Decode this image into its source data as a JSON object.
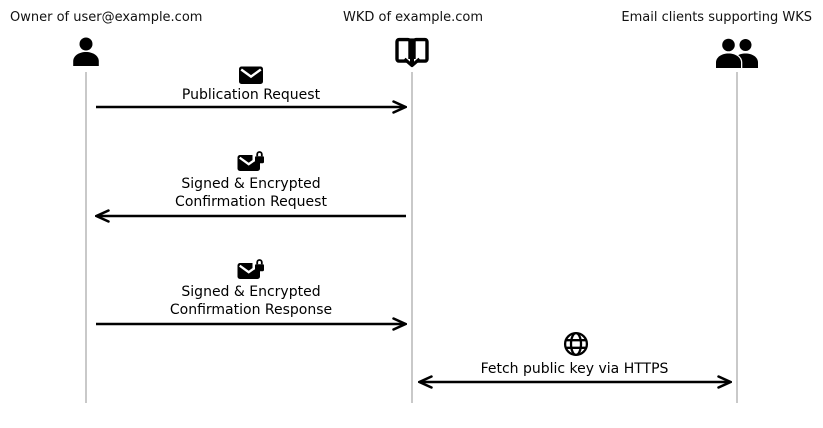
{
  "diagram": {
    "type": "sequence-diagram",
    "actors": [
      {
        "id": "owner",
        "label": "Owner of user@example.com",
        "icon": "person-icon"
      },
      {
        "id": "wkd",
        "label": "WKD of example.com",
        "icon": "open-book-icon"
      },
      {
        "id": "clients",
        "label": "Email clients supporting WKS",
        "icon": "people-icon"
      }
    ],
    "messages": [
      {
        "id": "publication-request",
        "icon": "mail-icon",
        "lines": [
          "Publication Request"
        ],
        "from": "owner",
        "to": "wkd",
        "direction": "right"
      },
      {
        "id": "confirmation-request",
        "icon": "mail-lock-icon",
        "lines": [
          "Signed & Encrypted",
          "Confirmation Request"
        ],
        "from": "wkd",
        "to": "owner",
        "direction": "left"
      },
      {
        "id": "confirmation-response",
        "icon": "mail-lock-icon",
        "lines": [
          "Signed & Encrypted",
          "Confirmation Response"
        ],
        "from": "owner",
        "to": "wkd",
        "direction": "right"
      },
      {
        "id": "fetch-public-key",
        "icon": "globe-icon",
        "lines": [
          "Fetch public key via HTTPS"
        ],
        "from": "wkd",
        "to": "clients",
        "direction": "both"
      }
    ],
    "colors": {
      "line": "#000000",
      "lifeline": "#c9c9c9",
      "text": "#000000",
      "background": "#ffffff"
    }
  }
}
